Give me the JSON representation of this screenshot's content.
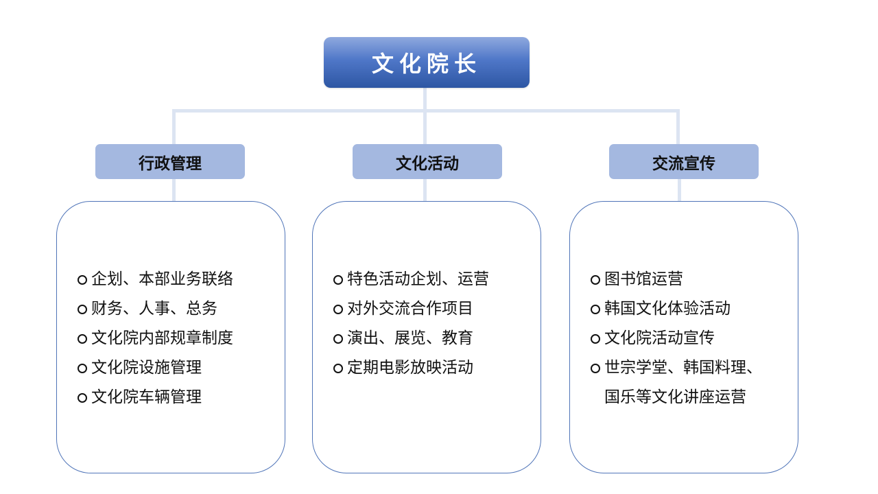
{
  "root": {
    "title": "文化院长"
  },
  "departments": [
    {
      "label": "行政管理",
      "duties": [
        "企划、本部业务联络",
        "财务、人事、总务",
        "文化院内部规章制度",
        "文化院设施管理",
        "文化院车辆管理"
      ]
    },
    {
      "label": "文化活动",
      "duties": [
        "特色活动企划、运营",
        "对外交流合作项目",
        "演出、展览、教育",
        "定期电影放映活动"
      ]
    },
    {
      "label": "交流宣传",
      "duties": [
        "图书馆运营",
        "韩国文化体验活动",
        "文化院活动宣传",
        "世宗学堂、韩国料理、\n国乐等文化讲座运营"
      ]
    }
  ],
  "colors": {
    "root_gradient_top": "#8fa9de",
    "root_gradient_bottom": "#2d56a3",
    "department_fill": "#a4b8e0",
    "connector": "#dce4f2",
    "duty_border": "#4f74b8"
  }
}
